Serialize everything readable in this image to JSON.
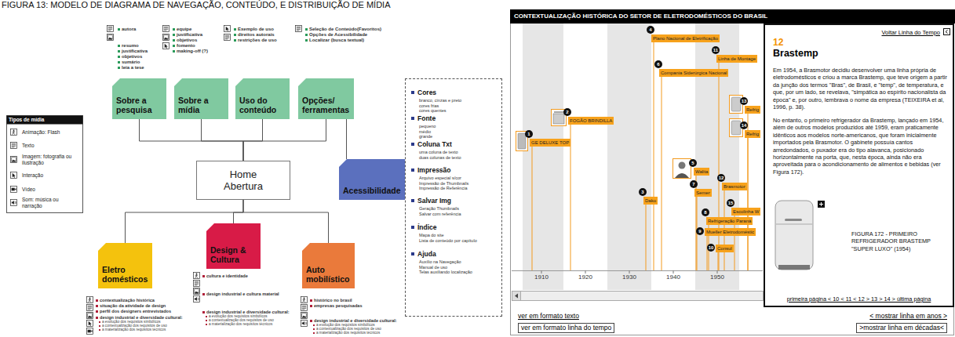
{
  "diagram": {
    "title": "FIGURA 13: MODELO DE DIAGRAMA DE NAVEGAÇÃO, CONTEÚDO, E DISTRIBUIÇÃO DE MÍDIA",
    "nodes": [
      {
        "text": [
          "Sobre a pesquisa"
        ]
      },
      {
        "text": [
          "Sobre a mídia"
        ]
      },
      {
        "text": [
          "Uso do conteúdo"
        ]
      },
      {
        "text": [
          "Opções/ ferramentas"
        ]
      },
      {
        "text": [
          "Home Abertura"
        ]
      },
      {
        "text": [
          "Acessibilidade"
        ]
      },
      {
        "text": [
          "Cores",
          "branco, cinzas e preto",
          "cores frias",
          "cores quentes",
          "Fonte",
          "pequeno",
          "médio",
          "grande",
          "Coluna Txt",
          "uma coluna de texto",
          "duas colunas de texto",
          "Impressão",
          "Arquivo especial s/cor",
          "Impressão de Thumbnails",
          "Impressão de Referência",
          "Salvar Img",
          "Geração Thumbnails",
          "Salvar com referência",
          "Índice",
          "Mapa do site",
          "Lista de conteúdo por capítulo",
          "Ajuda",
          "Auxílio na Navegação",
          "Manual de uso",
          "Telas auxiliando localização"
        ]
      },
      {
        "text": [
          "Eletro domésticos"
        ]
      },
      {
        "text": [
          "Design & Cultura"
        ]
      },
      {
        "text": [
          "Auto mobilístico"
        ]
      },
      {
        "text": [
          "CONTEXTUALIZAÇÃO HISTÓRICA DO SETOR DE ELETRODOMÉSTICOS DO BRASIL"
        ]
      },
      {
        "text": [
          "1",
          "GE DELUXE TOP"
        ]
      },
      {
        "text": [
          "2",
          "FOGÃO BRINDILLA"
        ]
      },
      {
        "text": [
          "3",
          "Dako"
        ]
      },
      {
        "text": [
          "4",
          "Plano Nacional de Eletrificação"
        ]
      },
      {
        "text": [
          "5",
          "Walita"
        ]
      },
      {
        "text": [
          "6",
          "Compania Siderúrgica Nacional"
        ]
      },
      {
        "text": [
          "7",
          "Semer"
        ]
      },
      {
        "text": [
          "8",
          "Refrigeração Paraná"
        ]
      },
      {
        "text": [
          "9",
          "Mueller Eletrodoméstic"
        ]
      },
      {
        "text": [
          "10",
          "Consul"
        ]
      },
      {
        "text": [
          "11",
          "Linha de Montage"
        ]
      },
      {
        "text": [
          "12",
          "Brasmotor"
        ]
      },
      {
        "text": [
          "13",
          "Refrig"
        ]
      },
      {
        "text": [
          "14",
          "Refrig"
        ]
      },
      {
        "text": [
          "15",
          "Escolinha W"
        ]
      },
      {
        "text": [
          "Voltar Linha do Tempo",
          "12",
          "Brastemp",
          "Em 1954, a Brasmotor decidiu desenvolver uma linha própria de eletrodomésticos e criou a marca Brastemp, que teve origem a partir da junção dos termos \"Bras\", de Brasil, e \"temp\", de temperatura, e que, por um lado, se revelava, \"simpática ao espírito nacionalista da época\" e, por outro, lembrava o nome da empresa (TEIXEIRA et al, 1996, p. 38).",
          "No entanto, o primeiro refrigerador da Brastemp, lançado em 1954, além de outros modelos produzidos até 1959, eram praticamente idênticos aos modelos norte-americanos, que foram inicialmente importados pela Brasmotor. O gabinete possuía cantos arredondados, o puxador era do tipo alavanca, posicionado horizontalmente na porta, que, nesta época, ainda não era aproveitada para o acondicionamento de alimentos e bebidas (ver Figura 172).",
          "FIGURA 172 - PRIMEIRO REFRIGERADOR BRASTEMP \"SUPER LUXO\" (1954)",
          "primeira página < 10 < 11 < 12 > 13 > 14 > última página"
        ]
      }
    ],
    "edges": [
      {
        "from": 4,
        "to": 0,
        "arrow": "none"
      },
      {
        "from": 4,
        "to": 1,
        "arrow": "none"
      },
      {
        "from": 4,
        "to": 2,
        "arrow": "none"
      },
      {
        "from": 4,
        "to": 3,
        "arrow": "none"
      },
      {
        "from": 3,
        "to": 5,
        "arrow": "none"
      },
      {
        "from": 4,
        "to": 7,
        "arrow": "none"
      },
      {
        "from": 4,
        "to": 8,
        "arrow": "none"
      },
      {
        "from": 4,
        "to": 9,
        "arrow": "none"
      }
    ],
    "labels": [
      "autora",
      "resumo",
      "justificativa",
      "objetivos",
      "sumário",
      "leia a tese",
      "equipe",
      "justificativa",
      "objetivos",
      "fomento",
      "making-off (?)",
      "Exemplo de uso",
      "direitos autorais",
      "restrições de uso",
      "Seleção de Conteúdo(Favoritos)",
      "Opções de Acessibilidade",
      "Localizar (busca textual)",
      "Tipos de mídia",
      "contextualização histórica",
      "situação da atividade de design",
      "perfil dos designers entrevistados",
      "design industrial e diversidade cultural:",
      "a evolução dos requisitos simbólicos",
      "a contextualização dos requisitos de uso",
      "a materialização dos requisitos técnicos",
      "cultura e identidade",
      "design industrial e cultura material",
      "design industrial e diversidade cultural:",
      "a evolução dos requisitos simbólicos",
      "a contextualização dos requisitos de uso",
      "a materialização dos requisitos técnicos",
      "histórico no brasil",
      "empresas pesquisadas",
      "design industrial e diversidade cultural:",
      "a evolução dos requisitos simbólicos",
      "a contextualização dos requisitos de uso",
      "a materialização dos requisitos técnicos",
      "1910",
      "1920",
      "1930",
      "1940",
      "1950",
      "ver em formato texto",
      "ver em formato linha do tempo",
      "< mostrar linha em anos >",
      ">mostrar linha em décadas<"
    ],
    "legend": [
      {
        "text": "Animação: Flash"
      },
      {
        "text": "Texto"
      },
      {
        "text": "Imagem: fotografia ou ilustração"
      },
      {
        "text": "Interação"
      },
      {
        "text": "Vídeo"
      },
      {
        "text": "Som: música ou narração"
      }
    ]
  }
}
